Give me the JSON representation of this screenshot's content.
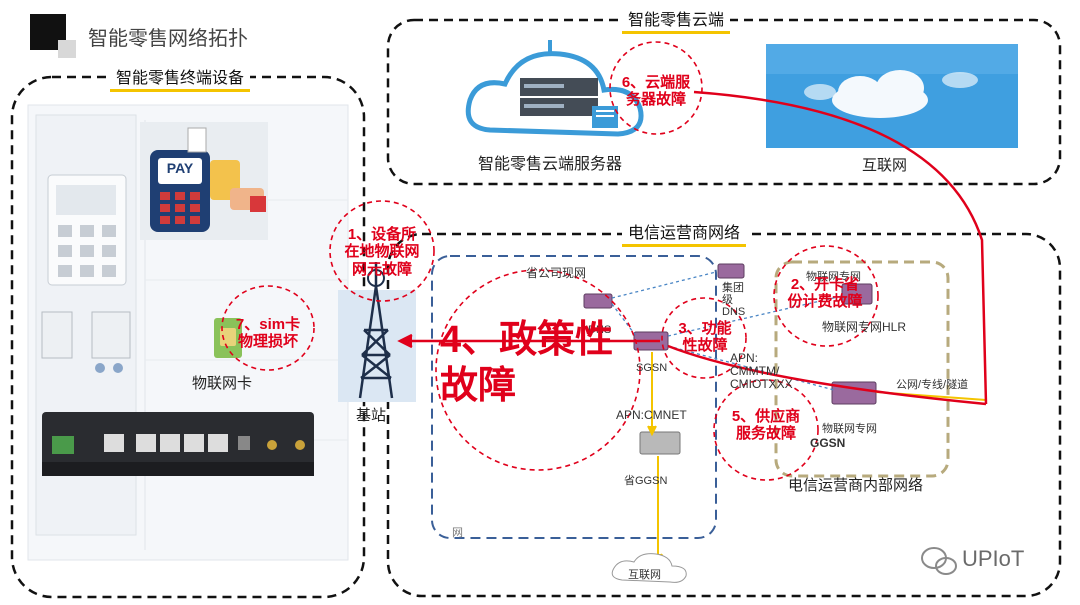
{
  "header": {
    "title": "智能零售网络拓扑"
  },
  "regions": {
    "terminal": "智能零售终端设备",
    "cloud": "智能零售云端",
    "carrier": "电信运营商网络"
  },
  "captions": {
    "cloud_server": "智能零售云端服务器",
    "internet_top": "互联网",
    "iot_card": "物联网卡",
    "base_station": "基站",
    "carrier_internal": "电信运营商内部网络",
    "pay": "PAY"
  },
  "network": {
    "province_net": "省公司现网",
    "group_dns": "集团\n级\nDNS",
    "dns": "DNS",
    "sgsn": "SGSN",
    "apn_cmnet": "APN:CMNET",
    "prov_ggsn": "省GGSN",
    "internet_bottom": "互联网",
    "iot_dedicated": "物联网专网",
    "iot_hlr": "物联网专网HLR",
    "apn_iot": "APN:\nCMMTM/\nCMIOTXXX",
    "iot_ggsn_label": "物联网专网",
    "ggsn": "GGSN",
    "public_line": "公网/专线/隧道",
    "partial": "网"
  },
  "faults": {
    "f1": "1、设备所\n在地物联网\n网元故障",
    "f2": "2、开卡省\n份计费故障",
    "f3": "3、功能\n性故障",
    "f4": "4、政策性\n故障",
    "f5": "5、供应商\n服务故障",
    "f6": "6、云端服\n务器故障",
    "f7": "7、sim卡\n物理损坏"
  },
  "watermark": "UPIoT",
  "colors": {
    "fault": "#e0001b",
    "accent": "#f4c400",
    "cloud": "#3b9bd8"
  }
}
